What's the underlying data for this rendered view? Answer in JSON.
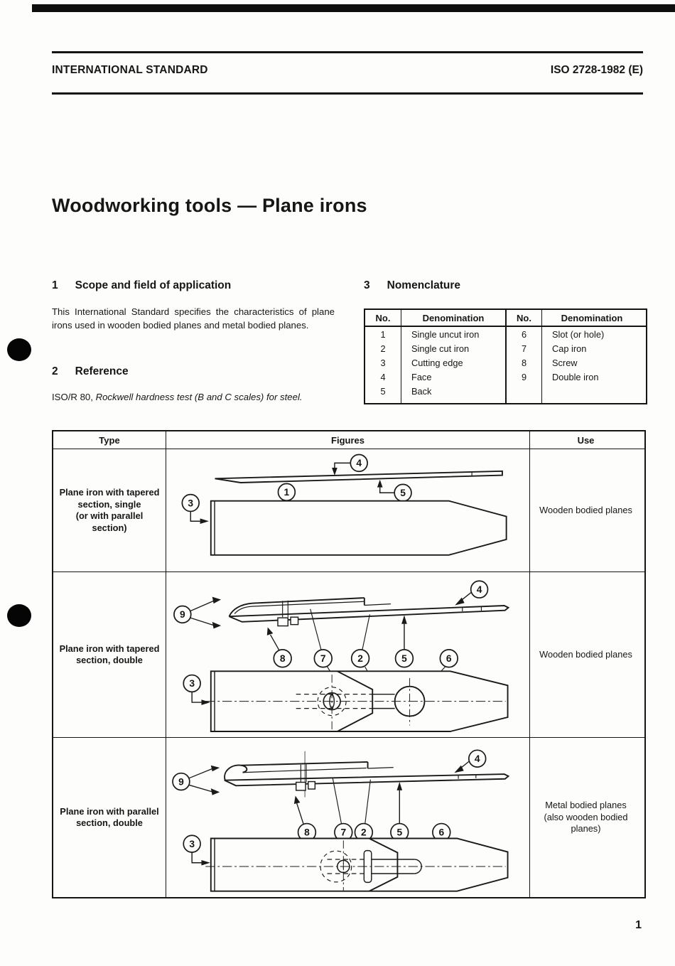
{
  "header": {
    "left": "INTERNATIONAL STANDARD",
    "right": "ISO 2728-1982 (E)"
  },
  "title": "Woodworking tools — Plane irons",
  "sections": {
    "scope": {
      "num": "1",
      "heading": "Scope and field of application",
      "body": "This International Standard specifies the characteristics of plane irons used in wooden bodied planes and metal bodied planes."
    },
    "reference": {
      "num": "2",
      "heading": "Reference",
      "body_roman": "ISO/R 80, ",
      "body_italic": "Rockwell hardness test (B and C scales) for steel."
    },
    "nomenclature": {
      "num": "3",
      "heading": "Nomenclature"
    }
  },
  "nomenclature_table": {
    "headers": [
      "No.",
      "Denomination",
      "No.",
      "Denomination"
    ],
    "rows": [
      [
        "1",
        "Single uncut iron",
        "6",
        "Slot (or hole)"
      ],
      [
        "2",
        "Single cut iron",
        "7",
        "Cap iron"
      ],
      [
        "3",
        "Cutting edge",
        "8",
        "Screw"
      ],
      [
        "4",
        "Face",
        "9",
        "Double iron"
      ],
      [
        "5",
        "Back",
        "",
        ""
      ]
    ]
  },
  "figures_table": {
    "headers": [
      "Type",
      "Figures",
      "Use"
    ],
    "rows": [
      {
        "type_lines": [
          "Plane iron with tapered",
          "section, single",
          "(or with parallel",
          "section)"
        ],
        "use_lines": [
          "Wooden bodied planes"
        ],
        "callouts": [
          "4",
          "1",
          "5",
          "3"
        ]
      },
      {
        "type_lines": [
          "Plane iron with tapered",
          "section, double"
        ],
        "use_lines": [
          "Wooden bodied planes"
        ],
        "callouts": [
          "9",
          "4",
          "8",
          "7",
          "2",
          "5",
          "6",
          "3"
        ]
      },
      {
        "type_lines": [
          "Plane iron with parallel",
          "section, double"
        ],
        "use_lines": [
          "Metal bodied planes",
          "(also wooden bodied",
          "planes)"
        ],
        "callouts": [
          "9",
          "4",
          "8",
          "7",
          "2",
          "5",
          "6",
          "3"
        ]
      }
    ]
  },
  "page_number": "1"
}
